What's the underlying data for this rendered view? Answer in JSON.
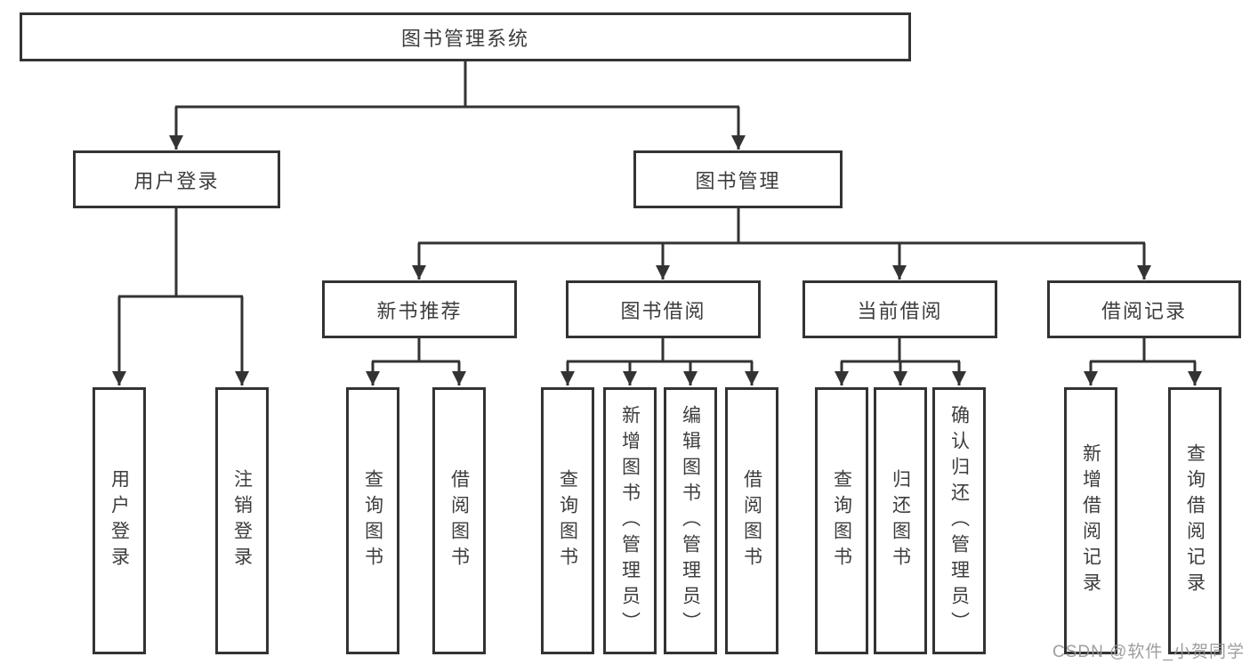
{
  "tree": {
    "root": "图书管理系统",
    "level2": [
      "用户登录",
      "图书管理"
    ],
    "level3": [
      "新书推荐",
      "图书借阅",
      "当前借阅",
      "借阅记录"
    ],
    "user_login_children": [
      "用户登录",
      "注销登录"
    ],
    "new_book_children": [
      "查询图书",
      "借阅图书"
    ],
    "book_borrow_children": [
      "查询图书",
      "新增图书（管理员）",
      "编辑图书（管理员）",
      "借阅图书"
    ],
    "current_borrow_children": [
      "查询图书",
      "归还图书",
      "确认归还（管理员）"
    ],
    "borrow_record_children": [
      "新增借阅记录",
      "查询借阅记录"
    ]
  },
  "watermark": {
    "text": "CSDN @软件_小贺同学"
  },
  "colors": {
    "line": "#333333",
    "box_border": "#333333",
    "text": "#3d3d3d",
    "background": "#ffffff",
    "watermark": "#969696"
  }
}
